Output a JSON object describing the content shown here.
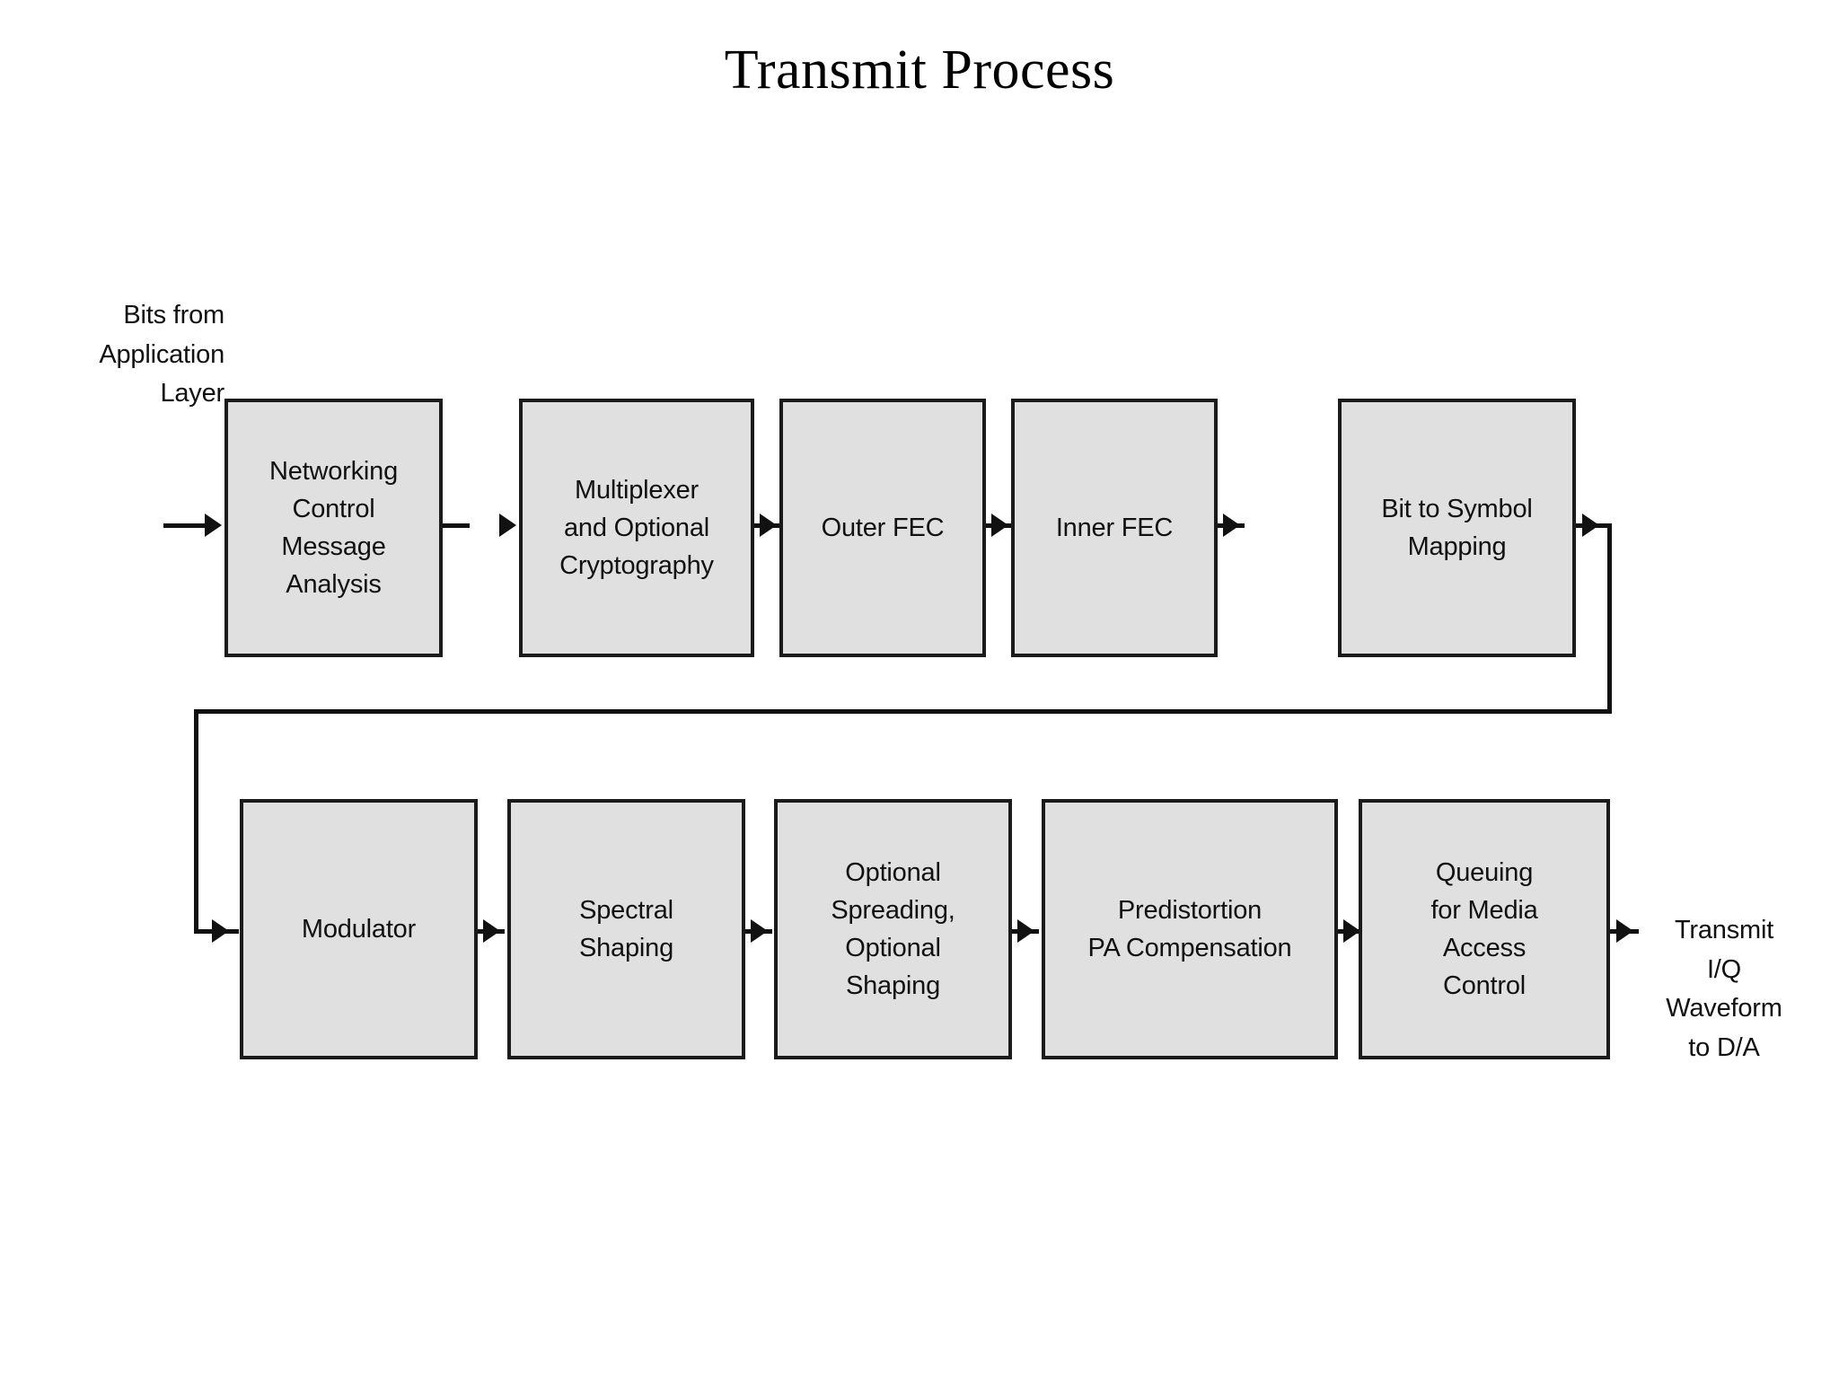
{
  "title": "Transmit Process",
  "diagram": {
    "type": "block-flow-diagram",
    "input_label": "Bits from\nApplication\nLayer",
    "output_label": "Transmit\nI/Q\nWaveform\nto D/A",
    "rows": [
      {
        "name": "row-1",
        "blocks": [
          {
            "id": "networking-control-message-analysis",
            "label": "Networking\nControl\nMessage\nAnalysis"
          },
          {
            "id": "multiplexer-and-optional-cryptography",
            "label": "Multiplexer\nand Optional\nCryptography"
          },
          {
            "id": "outer-fec",
            "label": "Outer FEC"
          },
          {
            "id": "inner-fec",
            "label": "Inner FEC"
          },
          {
            "id": "bit-to-symbol-mapping",
            "label": "Bit to Symbol\nMapping"
          }
        ]
      },
      {
        "name": "row-2",
        "blocks": [
          {
            "id": "modulator",
            "label": "Modulator"
          },
          {
            "id": "spectral-shaping",
            "label": "Spectral\nShaping"
          },
          {
            "id": "optional-spreading-optional-shaping",
            "label": "Optional\nSpreading,\nOptional\nShaping"
          },
          {
            "id": "predistortion-pa-compensation",
            "label": "Predistortion\nPA Compensation"
          },
          {
            "id": "queuing-for-media-access-control",
            "label": "Queuing\nfor Media\nAccess\nControl"
          }
        ]
      }
    ],
    "colors": {
      "box_fill": "#e0e0e0",
      "box_border": "#1b1b1b",
      "line": "#111111",
      "text": "#111111",
      "background": "#ffffff"
    }
  }
}
